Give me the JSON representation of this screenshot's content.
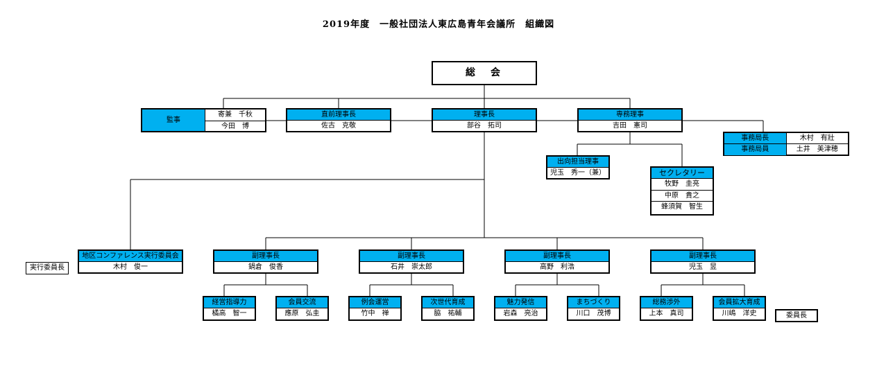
{
  "title": "2019年度　一般社団法人東広島青年会議所　組織図",
  "general_assembly": "総　会",
  "auditor": {
    "role": "監事",
    "members": [
      "寄兼　千秋",
      "今田　博"
    ]
  },
  "immediate_past_president": {
    "role": "直前理事長",
    "name": "佐古　克敬"
  },
  "president": {
    "role": "理事長",
    "name": "部谷　拓司"
  },
  "executive_director": {
    "role": "専務理事",
    "name": "吉田　憲司"
  },
  "secretariat": [
    {
      "role": "事務局長",
      "name": "木村　有壯"
    },
    {
      "role": "事務局員",
      "name": "土井　美津穂"
    }
  ],
  "seconded_director": {
    "role": "出向担当理事",
    "name": "児玉　秀一（兼）"
  },
  "secretary": {
    "role": "セクレタリー",
    "members": [
      "牧野　圭亮",
      "中原　貴之",
      "蜂須賀　智生"
    ]
  },
  "district_conference": {
    "role": "地区コンファレンス実行委員会",
    "name": "木村　俊一"
  },
  "executive_committee_chair_label": "実行委員長",
  "vice_presidents": [
    {
      "role": "副理事長",
      "name": "鍋倉　俊香"
    },
    {
      "role": "副理事長",
      "name": "石井　崇太郎"
    },
    {
      "role": "副理事長",
      "name": "高野　利浩"
    },
    {
      "role": "副理事長",
      "name": "児玉　昱"
    }
  ],
  "committees": [
    {
      "name": "経営指導力",
      "chair": "橘高　智一"
    },
    {
      "name": "会員交流",
      "chair": "應原　弘圭"
    },
    {
      "name": "例会運営",
      "chair": "竹中　禅"
    },
    {
      "name": "次世代育成",
      "chair": "脇　祐輔"
    },
    {
      "name": "魅力発信",
      "chair": "岩森　亮治"
    },
    {
      "name": "まちづくり",
      "chair": "川口　茂博"
    },
    {
      "name": "総務渉外",
      "chair": "上本　真司"
    },
    {
      "name": "会員拡大育成",
      "chair": "川嶋　洋史"
    }
  ],
  "committee_chair_label": "委員長",
  "colors": {
    "header_fill": "#00b0f0",
    "line": "#000000"
  }
}
